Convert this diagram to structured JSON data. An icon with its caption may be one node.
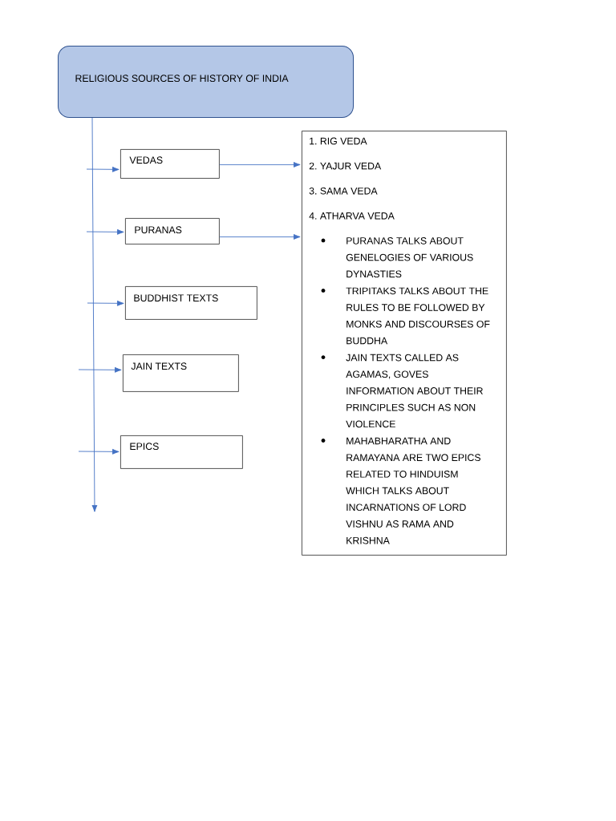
{
  "diagram": {
    "nodes": [
      {
        "text": [
          "RELIGIOUS SOURCES OF HISTORY OF INDIA"
        ]
      },
      {
        "text": [
          "VEDAS"
        ]
      },
      {
        "text": [
          "PURANAS"
        ]
      },
      {
        "text": [
          "BUDDHIST TEXTS"
        ]
      },
      {
        "text": [
          "JAIN TEXTS"
        ]
      },
      {
        "text": [
          "EPICS"
        ]
      },
      {
        "text": [
          "1. RIG VEDA",
          "2. YAJUR VEDA",
          "3. SAMA VEDA",
          "4. ATHARVA VEDA",
          "PURANAS TALKS ABOUT GENELOGIES OF VARIOUS DYNASTIES",
          "TRIPITAKS TALKS ABOUT THE RULES TO BE FOLLOWED BY MONKS AND DISCOURSES OF BUDDHA",
          "JAIN TEXTS CALLED AS AGAMAS, GOVES INFORMATION ABOUT THEIR PRINCIPLES SUCH AS NON VIOLENCE",
          "MAHABHARATHA AND RAMAYANA ARE TWO EPICS RELATED TO HINDUISM WHICH TALKS ABOUT INCARNATIONS OF LORD VISHNU AS RAMA AND KRISHNA"
        ]
      }
    ],
    "edges": [
      {
        "from": 0,
        "to": null,
        "arrow": "to"
      },
      {
        "from": null,
        "to": 1,
        "arrow": "to"
      },
      {
        "from": null,
        "to": 2,
        "arrow": "to"
      },
      {
        "from": null,
        "to": 3,
        "arrow": "to"
      },
      {
        "from": null,
        "to": 4,
        "arrow": "to"
      },
      {
        "from": null,
        "to": 5,
        "arrow": "to"
      },
      {
        "from": 1,
        "to": 6,
        "arrow": "to"
      },
      {
        "from": 2,
        "to": 6,
        "arrow": "to"
      }
    ]
  }
}
